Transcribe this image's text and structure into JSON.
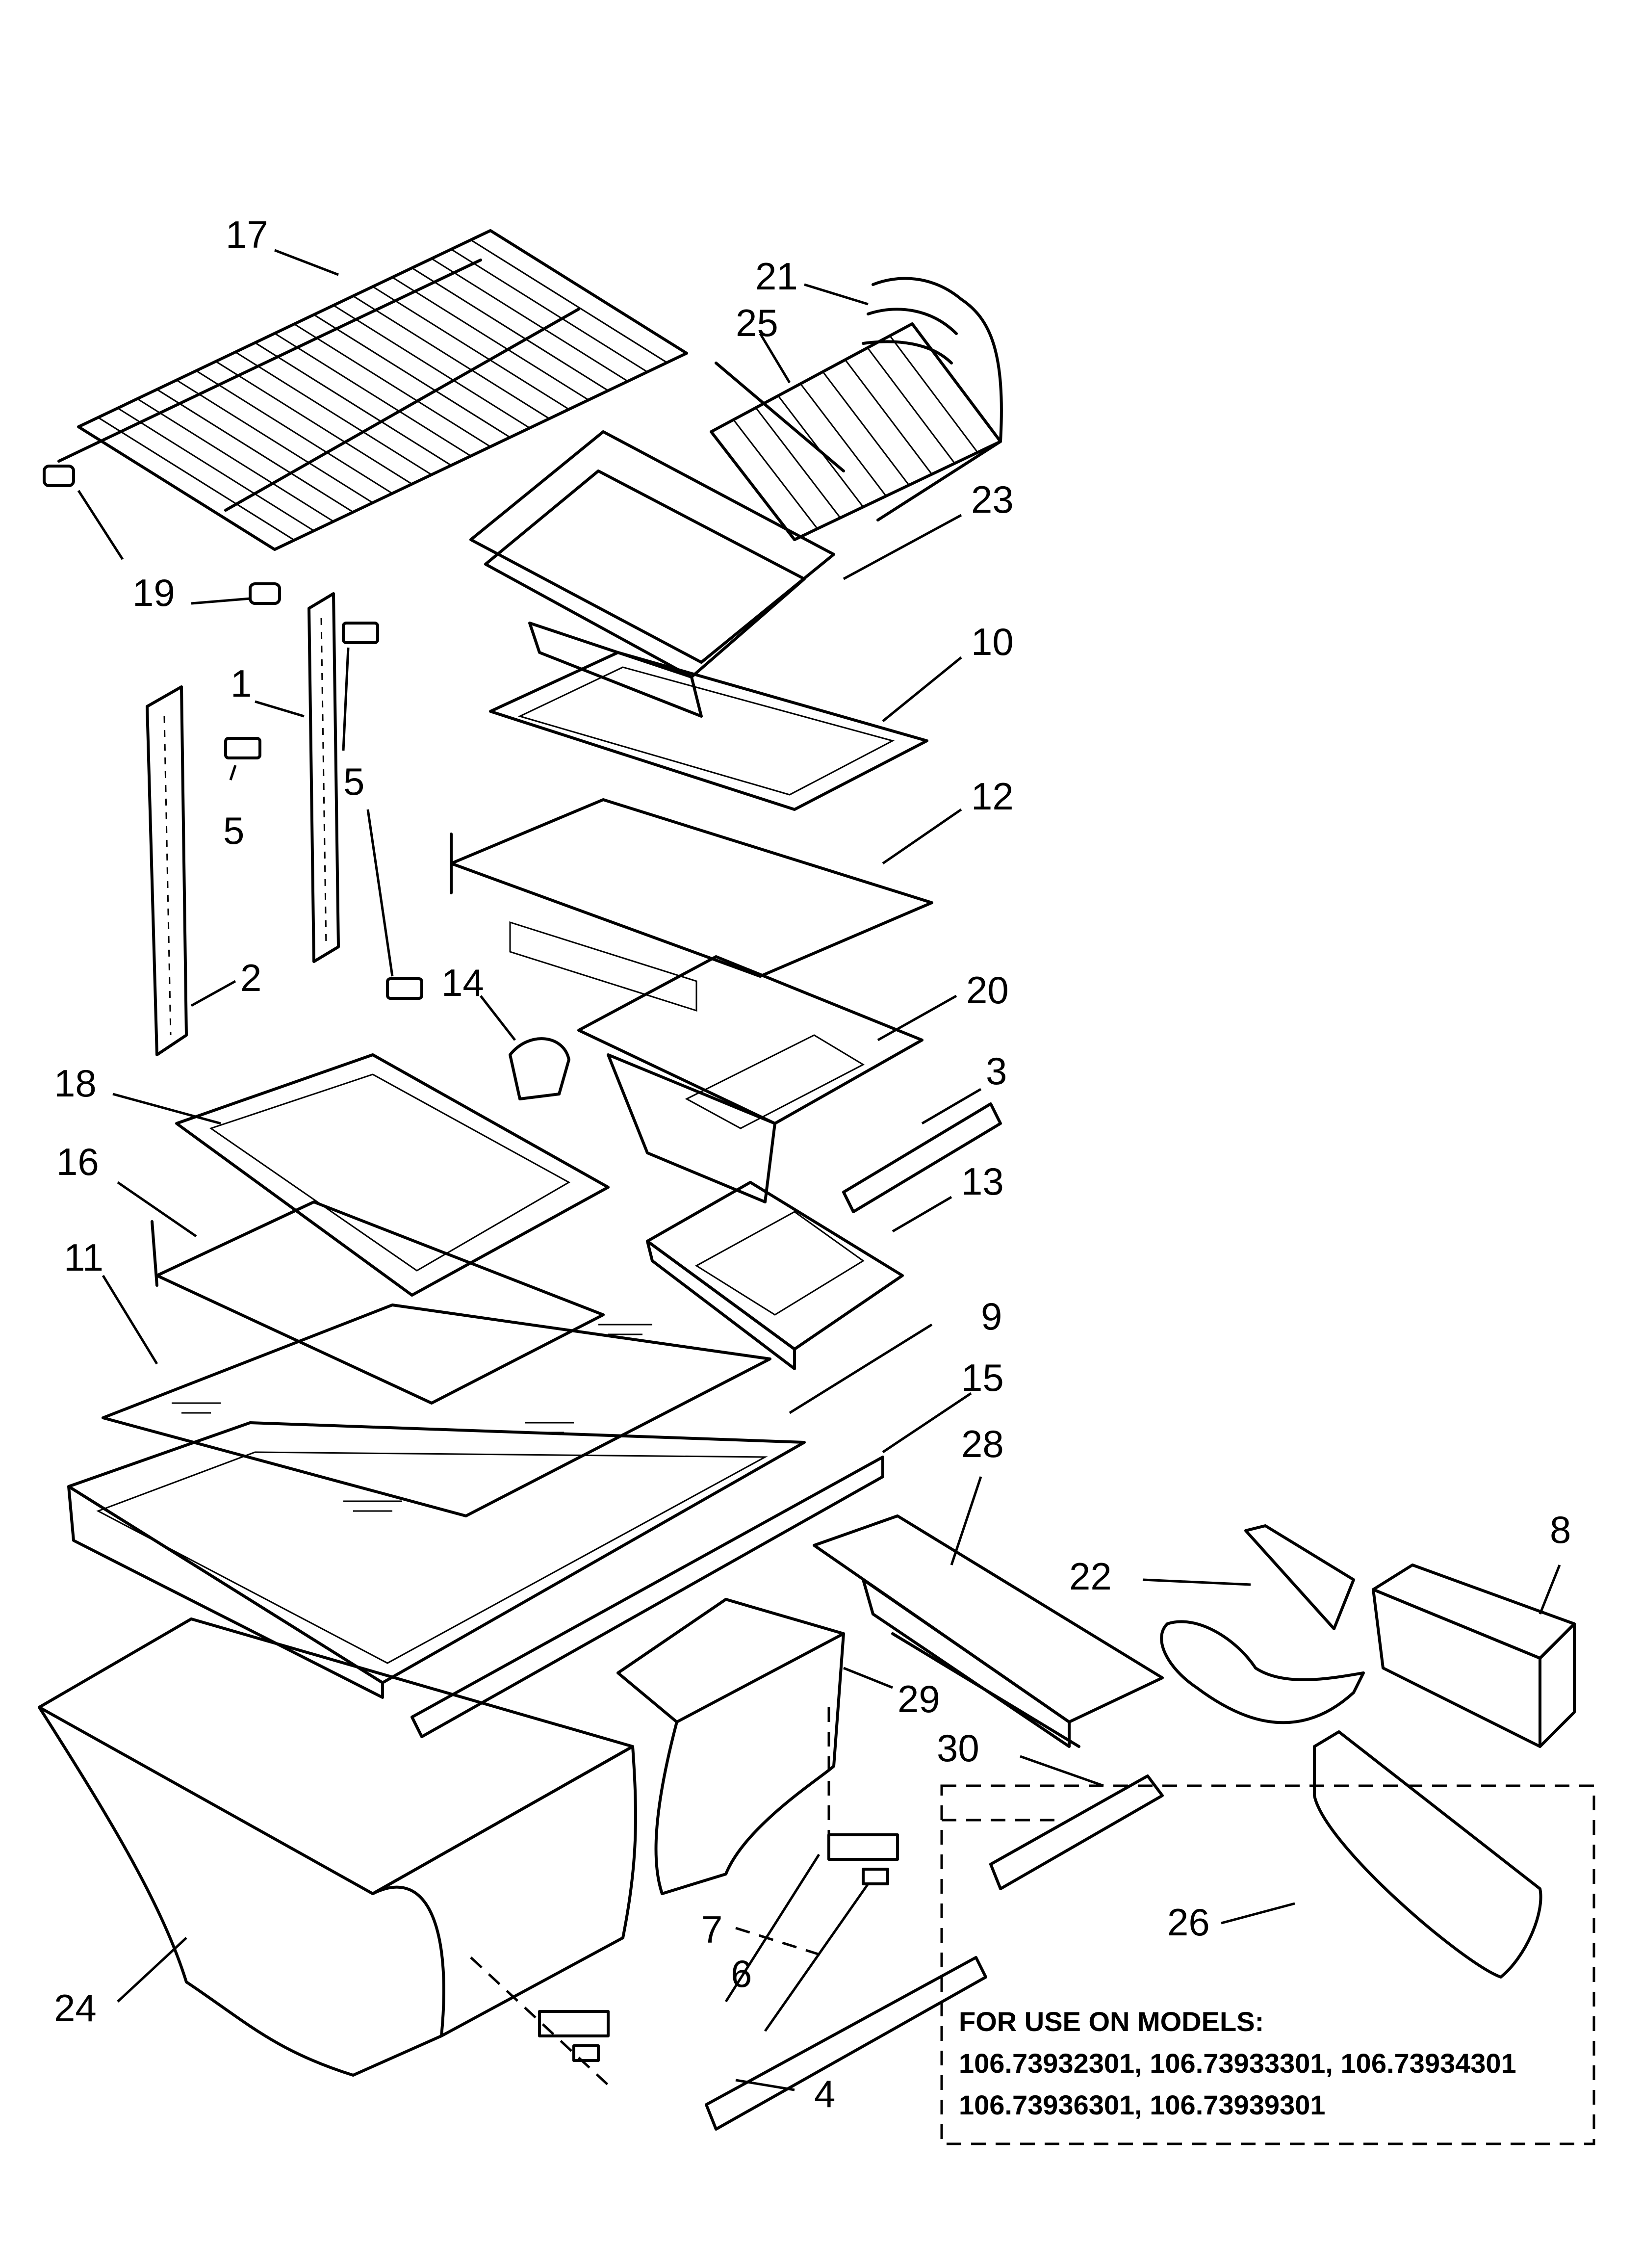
{
  "callouts": [
    {
      "id": "17",
      "label": "17"
    },
    {
      "id": "21",
      "label": "21"
    },
    {
      "id": "25",
      "label": "25"
    },
    {
      "id": "23",
      "label": "23"
    },
    {
      "id": "19",
      "label": "19"
    },
    {
      "id": "1",
      "label": "1"
    },
    {
      "id": "5a",
      "label": "5"
    },
    {
      "id": "5b",
      "label": "5"
    },
    {
      "id": "10",
      "label": "10"
    },
    {
      "id": "12",
      "label": "12"
    },
    {
      "id": "2",
      "label": "2"
    },
    {
      "id": "14",
      "label": "14"
    },
    {
      "id": "20",
      "label": "20"
    },
    {
      "id": "18",
      "label": "18"
    },
    {
      "id": "3",
      "label": "3"
    },
    {
      "id": "16",
      "label": "16"
    },
    {
      "id": "13",
      "label": "13"
    },
    {
      "id": "11",
      "label": "11"
    },
    {
      "id": "9",
      "label": "9"
    },
    {
      "id": "15",
      "label": "15"
    },
    {
      "id": "28",
      "label": "28"
    },
    {
      "id": "8",
      "label": "8"
    },
    {
      "id": "22",
      "label": "22"
    },
    {
      "id": "29",
      "label": "29"
    },
    {
      "id": "30",
      "label": "30"
    },
    {
      "id": "26",
      "label": "26"
    },
    {
      "id": "7",
      "label": "7"
    },
    {
      "id": "6",
      "label": "6"
    },
    {
      "id": "24",
      "label": "24"
    },
    {
      "id": "4",
      "label": "4"
    }
  ],
  "models_note": {
    "heading": "FOR USE ON MODELS:",
    "line1": "106.73932301, 106.73933301, 106.73934301",
    "line2": "106.73936301, 106.73939301"
  }
}
